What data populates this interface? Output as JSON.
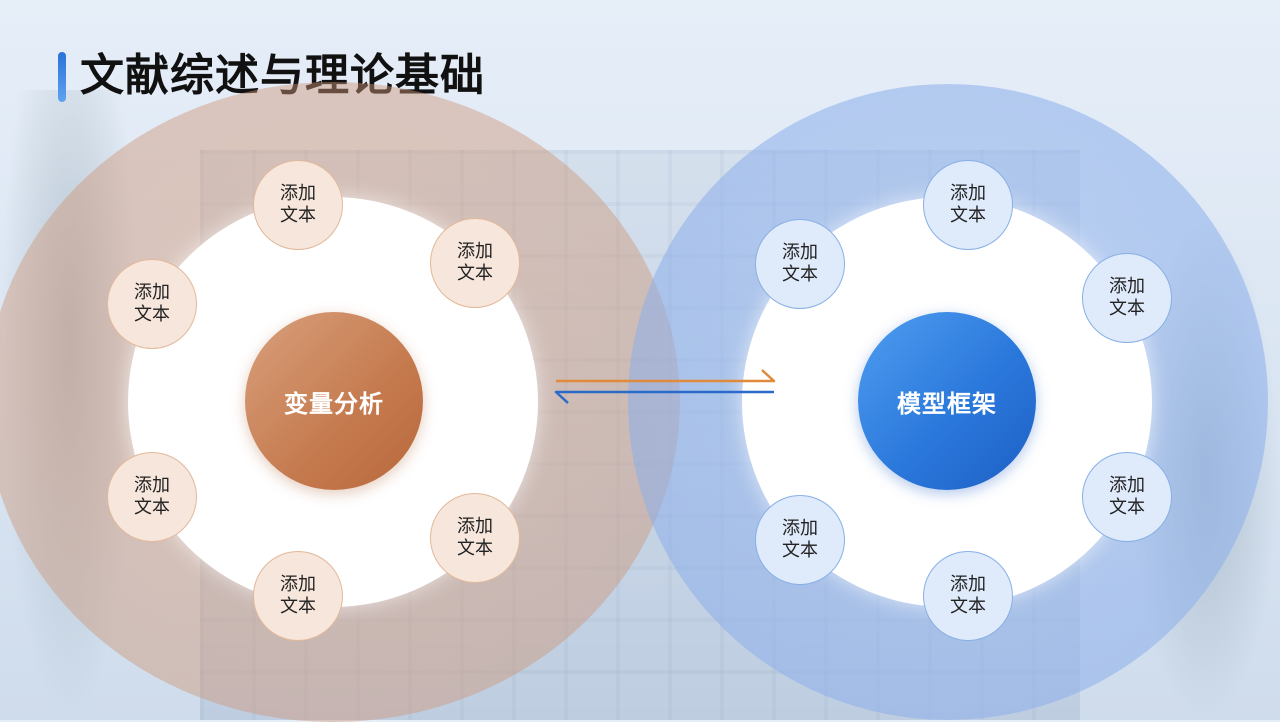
{
  "title": "文献综述与理论基础",
  "left_group": {
    "hub_label": "变量分析",
    "nodes": [
      "添加\n文本",
      "添加\n文本",
      "添加\n文本",
      "添加\n文本",
      "添加\n文本",
      "添加\n文本"
    ]
  },
  "right_group": {
    "hub_label": "模型框架",
    "nodes": [
      "添加\n文本",
      "添加\n文本",
      "添加\n文本",
      "添加\n文本",
      "添加\n文本",
      "添加\n文本"
    ]
  },
  "colors": {
    "warm_accent": "#c57a4e",
    "cool_accent": "#2b78dc",
    "arrow_warm": "#e08a3c",
    "arrow_cool": "#2a6bc9"
  }
}
